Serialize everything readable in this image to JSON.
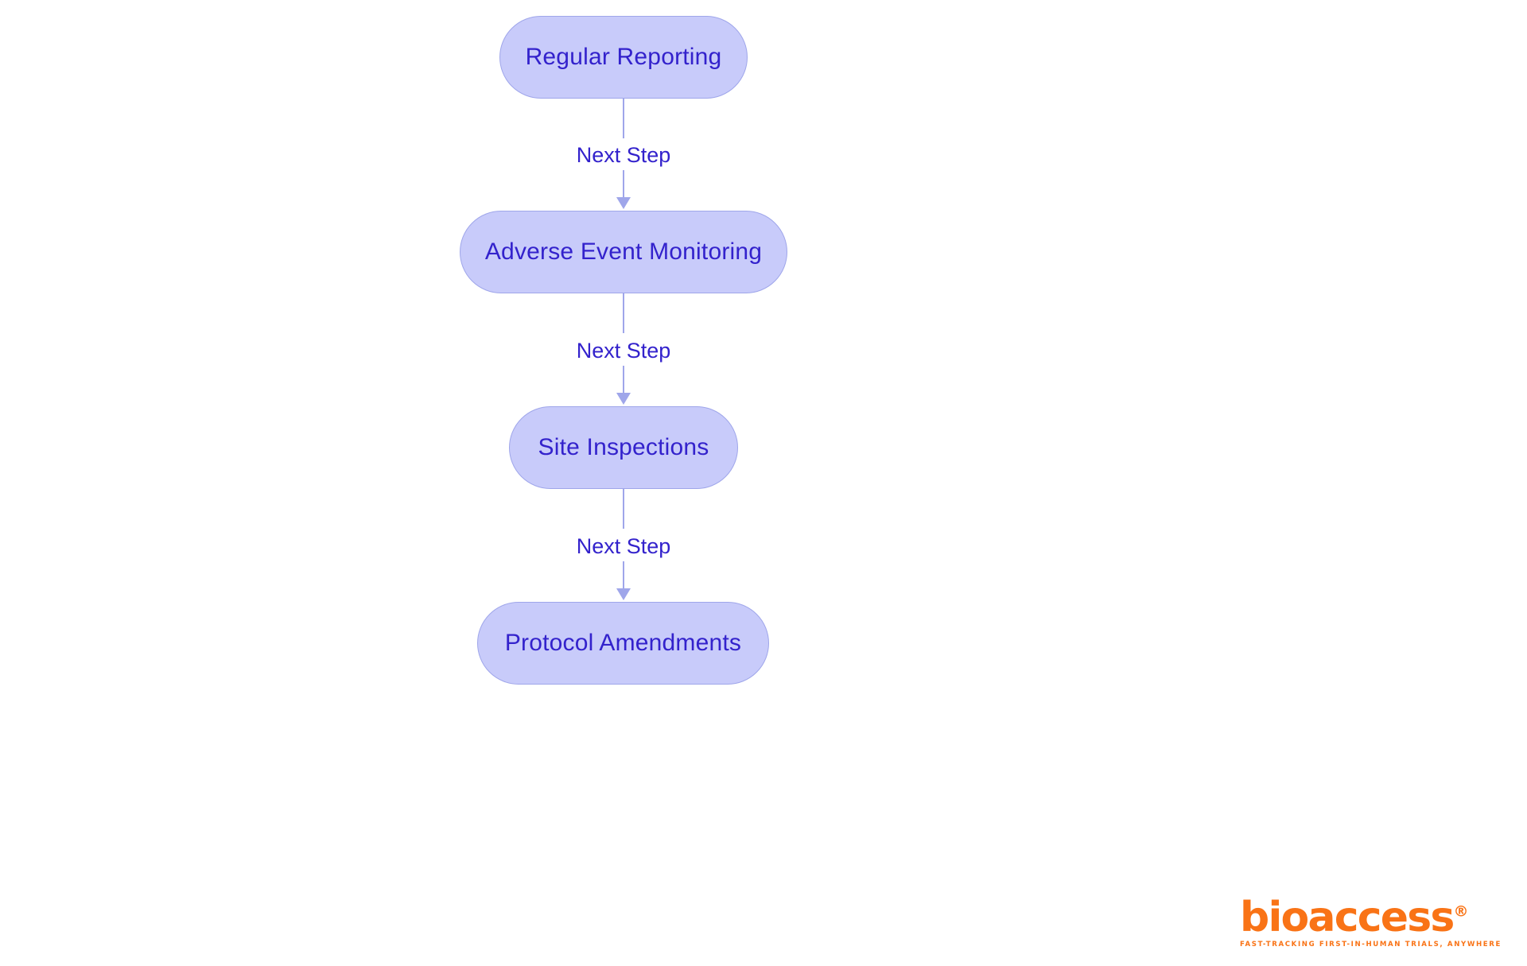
{
  "diagram": {
    "type": "flowchart",
    "orientation": "top-to-bottom",
    "title": "",
    "nodes": [
      {
        "id": "regular-reporting",
        "label": "Regular Reporting",
        "shape": "stadium"
      },
      {
        "id": "adverse-event-monitoring",
        "label": "Adverse Event Monitoring",
        "shape": "stadium"
      },
      {
        "id": "site-inspections",
        "label": "Site Inspections",
        "shape": "stadium"
      },
      {
        "id": "protocol-amendments",
        "label": "Protocol Amendments",
        "shape": "stadium"
      }
    ],
    "edges": [
      {
        "from": "regular-reporting",
        "to": "adverse-event-monitoring",
        "label": "Next Step",
        "arrow": "triangle"
      },
      {
        "from": "adverse-event-monitoring",
        "to": "site-inspections",
        "label": "Next Step",
        "arrow": "triangle"
      },
      {
        "from": "site-inspections",
        "to": "protocol-amendments",
        "label": "Next Step",
        "arrow": "triangle"
      }
    ],
    "colors": {
      "node_fill": "#c8cbfa",
      "node_border": "#9fa6ea",
      "node_text": "#3322cc",
      "edge_stroke": "#9fa6ea",
      "edge_label_text": "#3322cc",
      "background": "#ffffff"
    }
  },
  "brand": {
    "wordmark": "bioaccess",
    "registered_mark": "®",
    "tagline": "FAST-TRACKING FIRST-IN-HUMAN TRIALS, ANYWHERE",
    "color": "#f97316"
  }
}
